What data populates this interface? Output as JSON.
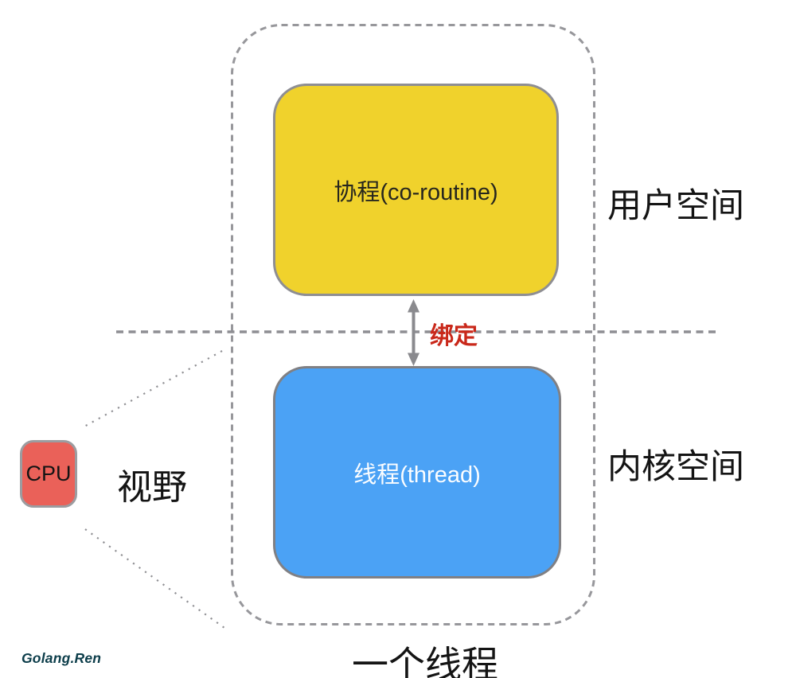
{
  "diagram": {
    "coroutine_box": {
      "label": "协程(co-routine)",
      "fill": "#F0D22C"
    },
    "thread_box": {
      "label": "线程(thread)",
      "fill": "#4BA2F5"
    },
    "binding_label": {
      "text": "绑定",
      "color": "#C9281A"
    },
    "user_space_label": "用户空间",
    "kernel_space_label": "内核空间",
    "cpu_box": {
      "label": "CPU",
      "fill": "#EA6159"
    },
    "vision_label": "视野",
    "one_thread_label": "一个线程",
    "watermark": {
      "text": "Golang.Ren",
      "color": "#0C3D4A"
    },
    "line_color": "#8E8E93",
    "boundary_color": "#97979B",
    "arrow_color": "#8A8A8E"
  }
}
